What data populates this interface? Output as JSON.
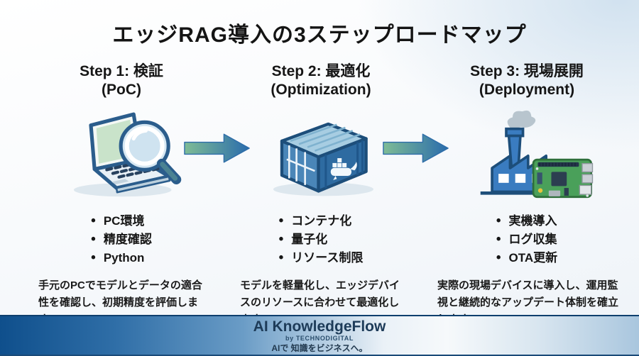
{
  "title": "エッジRAG導入の3ステップロードマップ",
  "steps": [
    {
      "heading_line1": "Step 1: 検証",
      "heading_line2": "(PoC)",
      "icon": "laptop-magnifier-icon",
      "bullets": [
        "PC環境",
        "精度確認",
        "Python"
      ],
      "description": "手元のPCでモデルとデータの適合性を確認し、初期精度を評価します。"
    },
    {
      "heading_line1": "Step 2: 最適化",
      "heading_line2": "(Optimization)",
      "icon": "docker-container-icon",
      "bullets": [
        "コンテナ化",
        "量子化",
        "リソース制限"
      ],
      "description": "モデルを軽量化し、エッジデバイスのリソースに合わせて最適化します。"
    },
    {
      "heading_line1": "Step 3: 現場展開",
      "heading_line2": "(Deployment)",
      "icon": "factory-raspberry-pi-icon",
      "bullets": [
        "実機導入",
        "ログ収集",
        "OTA更新"
      ],
      "description": "実際の現場デバイスに導入し、運用監視と継続的なアップデート体制を確立します。"
    }
  ],
  "arrow": {
    "gradient_from": "#7fbc95",
    "gradient_to": "#2a6cac"
  },
  "footer": {
    "brand": "AI KnowledgeFlow",
    "byline": "by TECHNODIGITAL",
    "tagline": "AIで 知識をビジネスへ。"
  }
}
